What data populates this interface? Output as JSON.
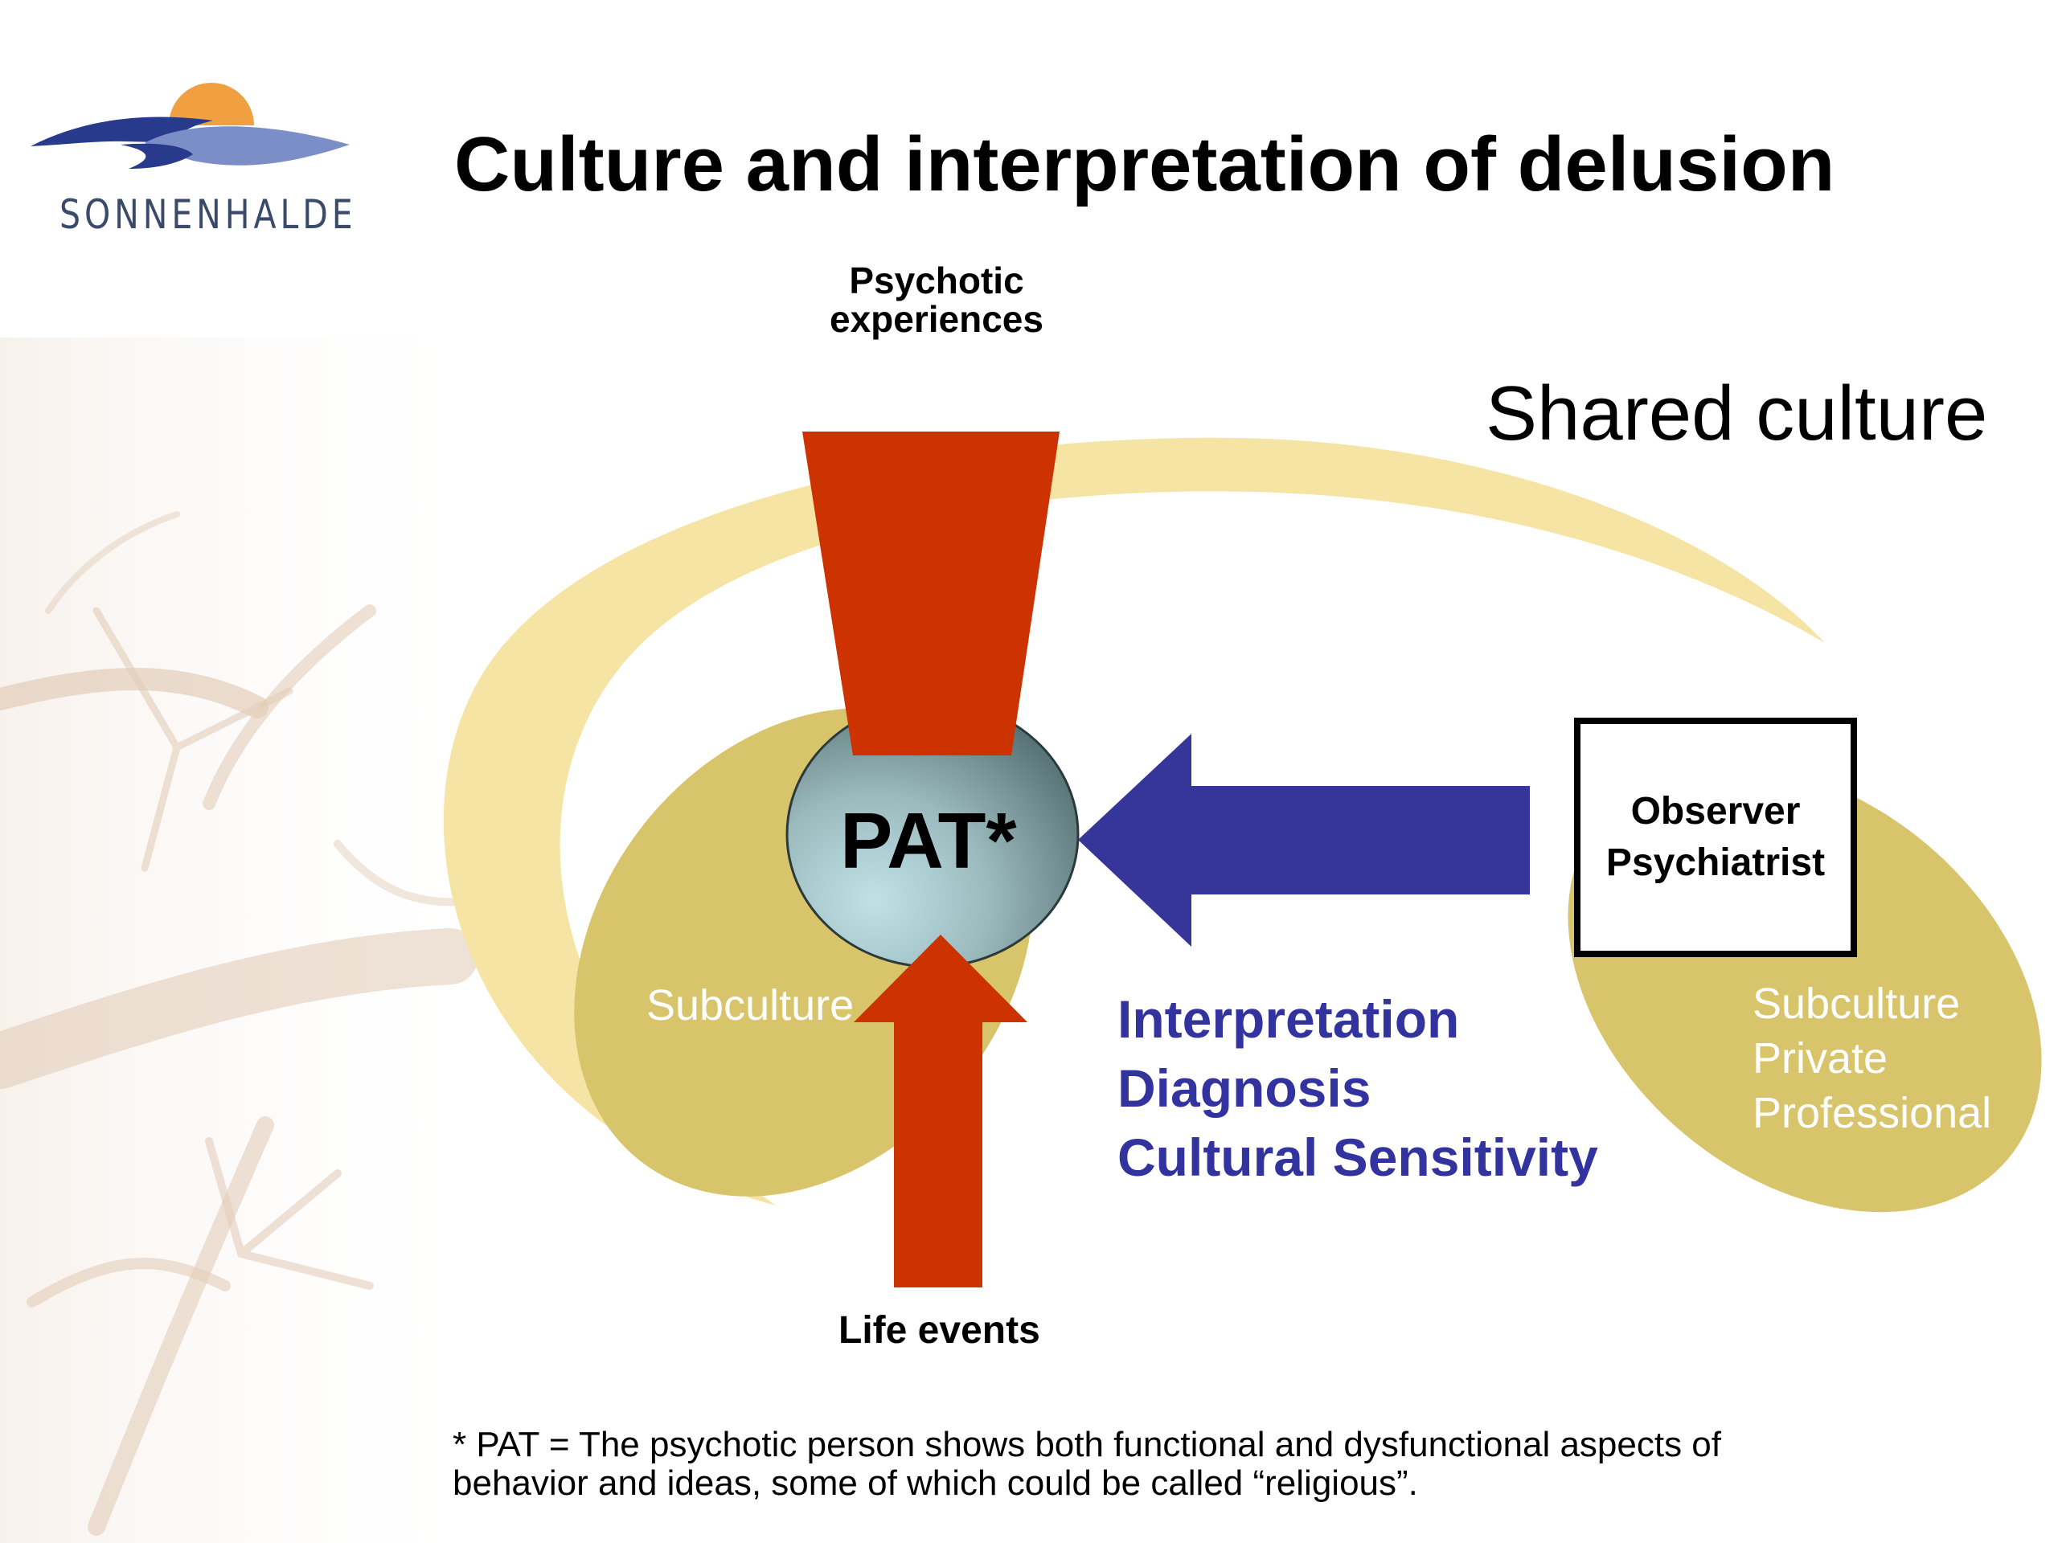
{
  "logo": {
    "text": "SONNENHALDE"
  },
  "title": "Culture and interpretation of delusion",
  "diagram": {
    "psychotic_experiences": "Psychotic experiences",
    "shared_culture": "Shared culture",
    "patient": "PAT*",
    "observer": {
      "line1": "Observer",
      "line2": "Psychiatrist"
    },
    "subculture_left": "Subculture",
    "subculture_right": [
      "Subculture",
      "Private",
      "Professional"
    ],
    "interpretation": [
      "Interpretation",
      "Diagnosis",
      "Cultural Sensitivity"
    ],
    "life_events": "Life events"
  },
  "footnote": {
    "line1": "* PAT = The psychotic person shows both functional and dysfunctional aspects of",
    "line2": "behavior and ideas, some of which could be called “religious”."
  },
  "colors": {
    "shared_culture_band": "#f6e4a4",
    "subculture": "#d8c46a",
    "psychotic_funnel": "#cc3300",
    "observer_arrow": "#363599",
    "interpretation_text": "#3333a0",
    "patient_circle": "#9fbfc4"
  }
}
